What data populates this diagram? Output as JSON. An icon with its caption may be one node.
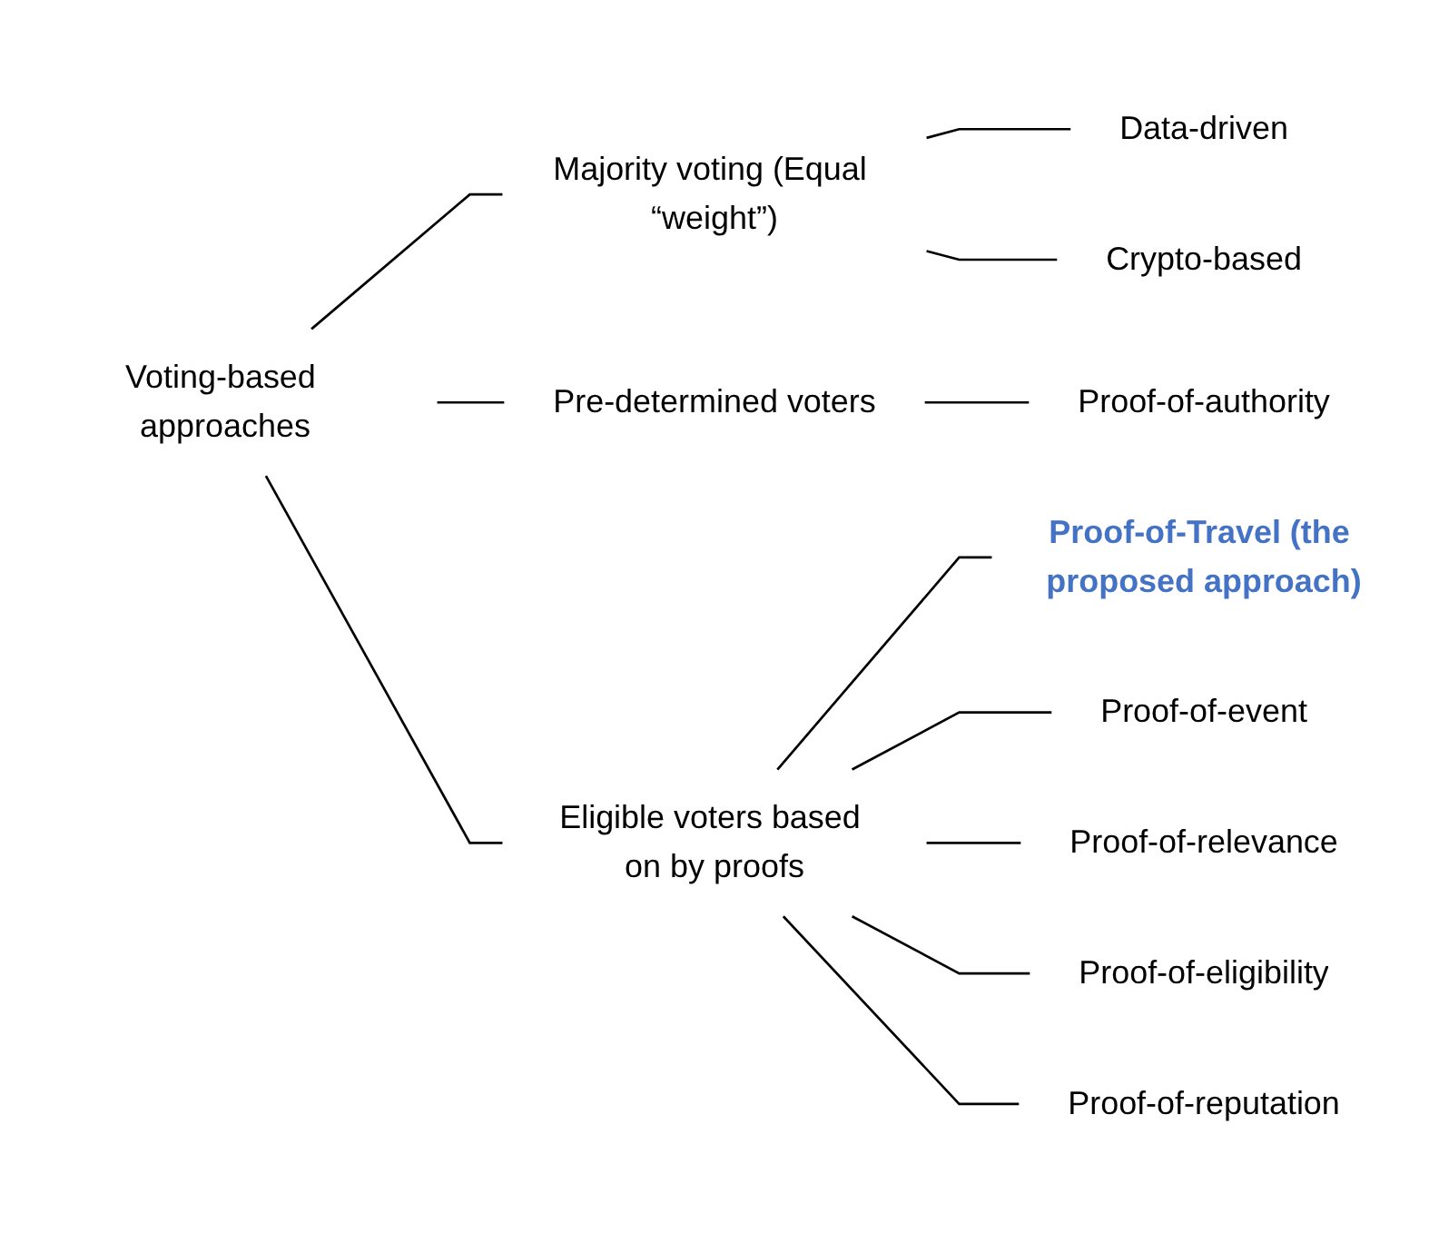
{
  "diagram": {
    "nodes": [
      {
        "text": [
          "Voting-based approaches"
        ]
      },
      {
        "text": [
          "Majority voting (Equal “weight”)"
        ]
      },
      {
        "text": [
          "Data-driven"
        ]
      },
      {
        "text": [
          "Crypto-based"
        ]
      },
      {
        "text": [
          "Pre-determined voters"
        ]
      },
      {
        "text": [
          "Proof-of-authority"
        ]
      },
      {
        "text": [
          "Eligible voters based on by proofs"
        ]
      },
      {
        "text": [
          "Proof-of-Travel (the proposed approach)"
        ]
      },
      {
        "text": [
          "Proof-of-event"
        ]
      },
      {
        "text": [
          "Proof-of-relevance"
        ]
      },
      {
        "text": [
          "Proof-of-eligibility"
        ]
      },
      {
        "text": [
          "Proof-of-reputation"
        ]
      }
    ],
    "edges": [
      {
        "from": 0,
        "to": 1,
        "arrow": "none"
      },
      {
        "from": 0,
        "to": 4,
        "arrow": "none"
      },
      {
        "from": 0,
        "to": 6,
        "arrow": "none"
      },
      {
        "from": 1,
        "to": 2,
        "arrow": "none"
      },
      {
        "from": 1,
        "to": 3,
        "arrow": "none"
      },
      {
        "from": 4,
        "to": 5,
        "arrow": "none"
      },
      {
        "from": 6,
        "to": 7,
        "arrow": "none"
      },
      {
        "from": 6,
        "to": 8,
        "arrow": "none"
      },
      {
        "from": 6,
        "to": 9,
        "arrow": "none"
      },
      {
        "from": 6,
        "to": 10,
        "arrow": "none"
      },
      {
        "from": 6,
        "to": 11,
        "arrow": "none"
      }
    ]
  }
}
